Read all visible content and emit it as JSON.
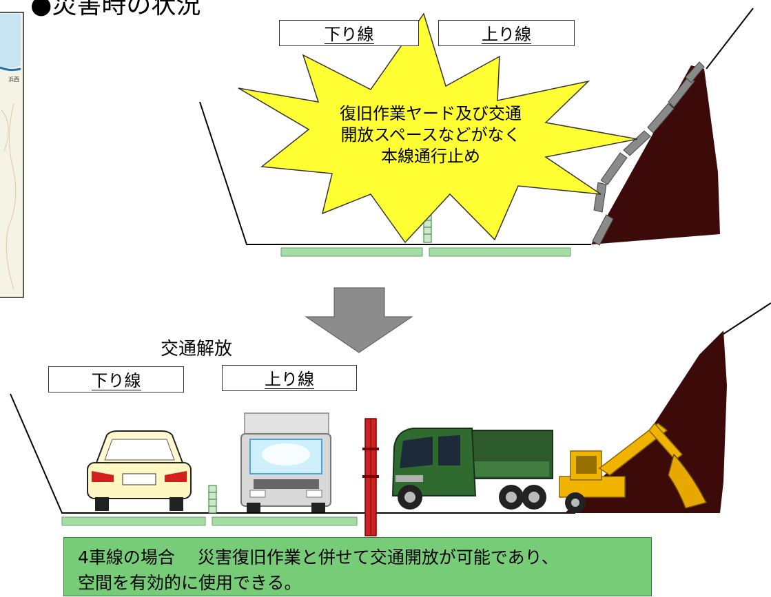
{
  "title": "●災害時の状況",
  "before": {
    "lane_left": "下り線",
    "lane_right": "上り線",
    "burst_lines": [
      "復旧作業ヤード及び交通",
      "開放スペースなどがなく",
      "本線通行止め"
    ]
  },
  "after": {
    "label": "交通解放",
    "lane_left": "下り線",
    "lane_right": "上り線"
  },
  "map_inset": {
    "label": "浜西"
  },
  "note": {
    "line1": "4車線の場合　 災害復旧作業と併せて交通開放が可能であり、",
    "line2": "空間を有効的に使用できる。"
  },
  "colors": {
    "burst": "#ffff33",
    "slope": "#3d0a0a",
    "lane_marking": "#a6dca6",
    "note_bg": "#77cc77",
    "arrow": "#8c8c8c",
    "median_barrier": "#cc2222",
    "map_water": "#c6e4f2"
  }
}
